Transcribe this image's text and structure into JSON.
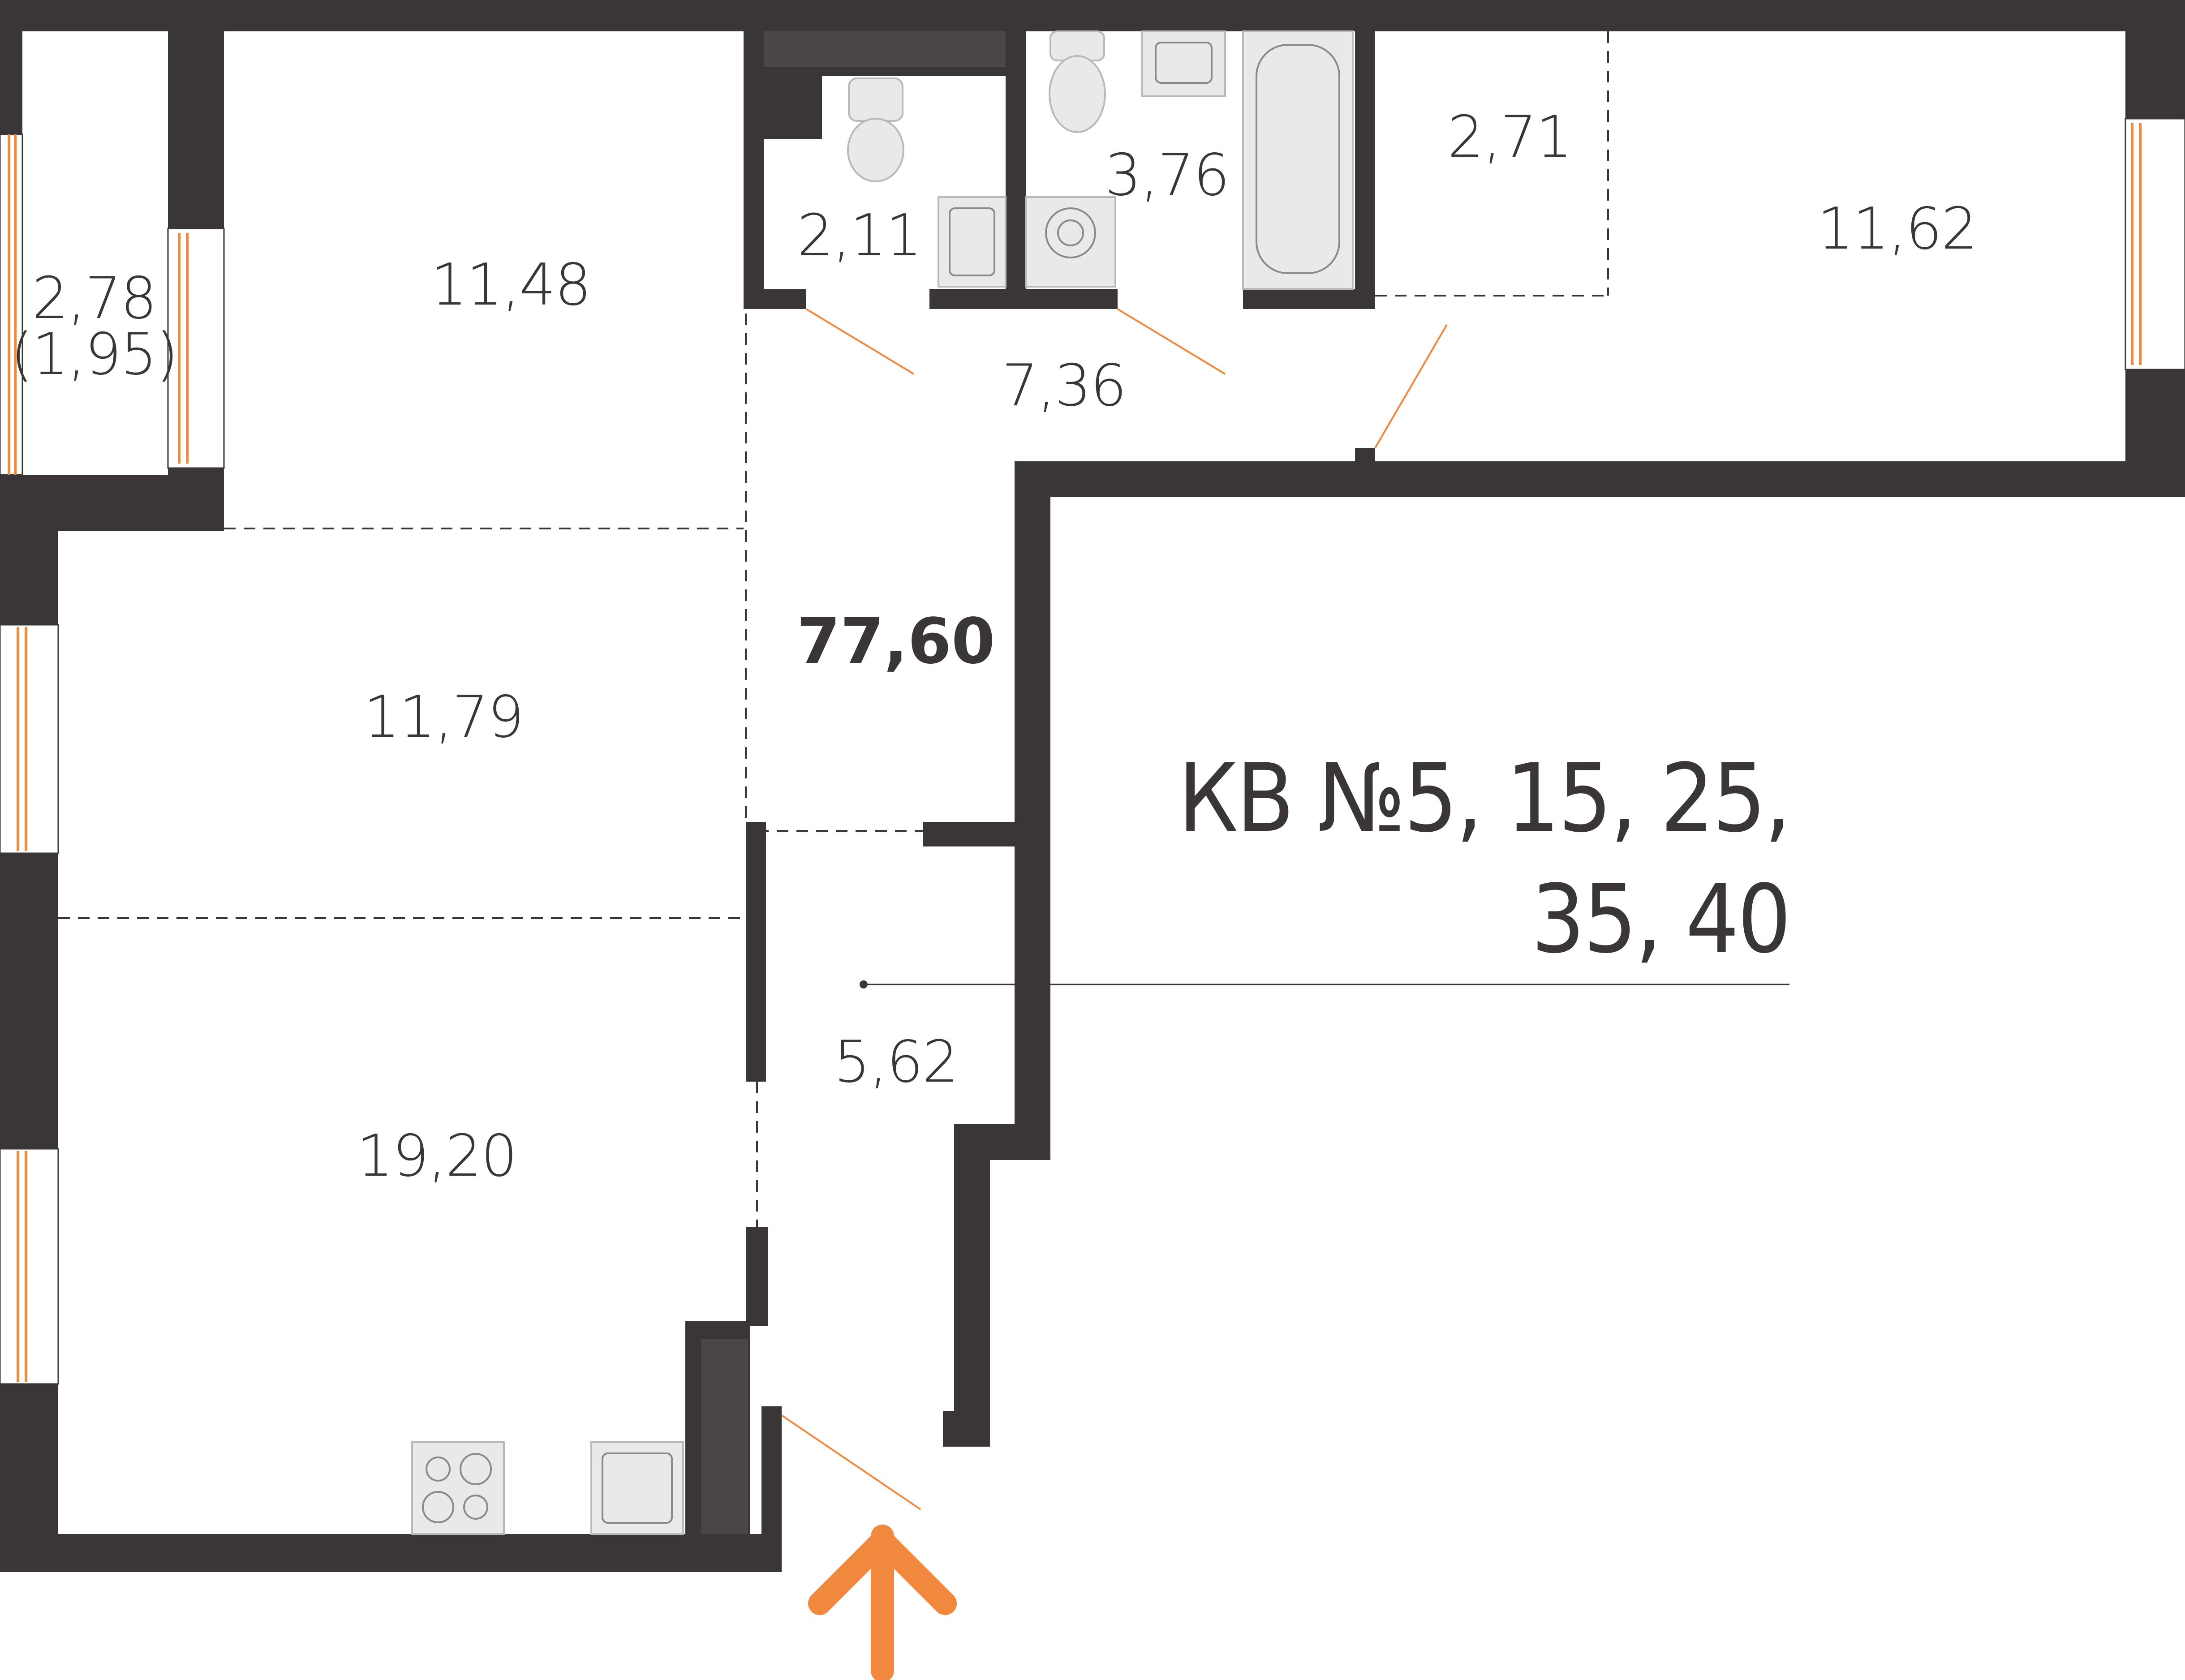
{
  "plan": {
    "total_area": "77,60",
    "apartment_line1": "КВ №5, 15, 25,",
    "apartment_line2": "35, 40",
    "rooms": {
      "balcony": "2,78",
      "balcony_reduced": "(1,95)",
      "bedroom_1": "11,48",
      "living": "11,79",
      "kitchen_living": "19,20",
      "wc": "2,11",
      "bathroom": "3,76",
      "hall": "7,36",
      "wardrobe": "2,71",
      "bedroom_2": "11,62",
      "entrance": "5,62"
    }
  },
  "colors": {
    "wall": "#3a3536",
    "accent": "#f0883e",
    "fixture_fill": "#e9e9e9"
  }
}
